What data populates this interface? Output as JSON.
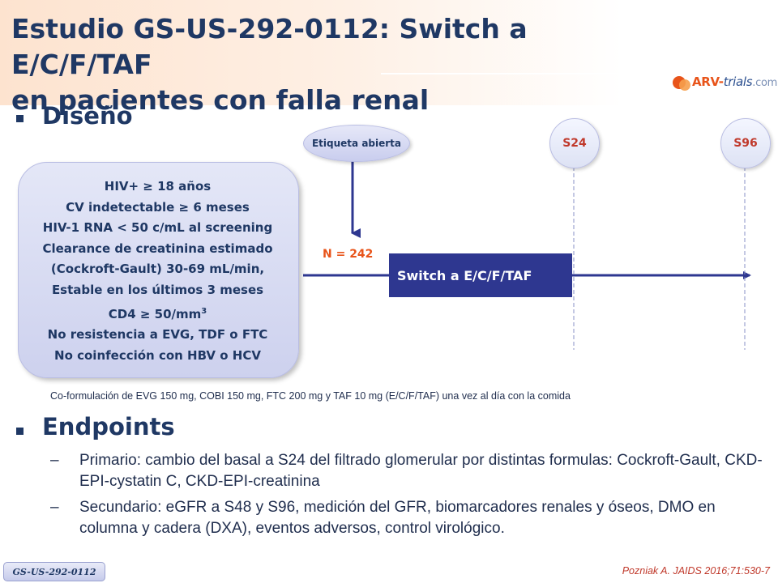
{
  "header": {
    "title_line1": "Estudio GS-US-292-0112: Switch a E/C/F/TAF",
    "title_line2": "en pacientes con falla renal",
    "logo": {
      "arv": "ARV-",
      "trials": "trials",
      "com": ".com",
      "icon": "arv-trials-logo-icon"
    }
  },
  "design": {
    "heading": "Diseño",
    "criteria": [
      "HIV+ ≥ 18 años",
      "CV indetectable ≥ 6 meses",
      "HIV-1 RNA < 50 c/mL al screening",
      "Clearance de creatinina estimado",
      "(Cockroft-Gault)  30-69 mL/min,",
      "Estable en los últimos 3 meses",
      "CD4 ≥ 50/mm",
      "No resistencia a EVG, TDF o FTC",
      "No coinfección con HBV o HCV"
    ],
    "cd4_superscript": "3",
    "open_label": "Etiqueta abierta",
    "n_label": "N = 242",
    "arm": "Switch a E/C/F/TAF",
    "week_markers": [
      "S24",
      "S96"
    ],
    "footnote": "Co-formulación de EVG 150 mg, COBI 150 mg, FTC 200 mg y TAF 10 mg (E/C/F/TAF) una vez al día con la comida"
  },
  "endpoints": {
    "heading": "Endpoints",
    "dash": "–",
    "items": [
      "Primario: cambio del basal a S24 del filtrado glomerular por distintas formulas: Cockroft-Gault, CKD-EPI-cystatin C, CKD-EPI-creatinina",
      "Secundario: eGFR a S48 y S96, medición del GFR, biomarcadores renales y óseos, DMO en columna y cadera (DXA), eventos adversos, control virológico."
    ]
  },
  "footer": {
    "study_tag": "GS-US-292-0112",
    "citation": "Pozniak A. JAIDS 2016;71:530-7"
  },
  "colors": {
    "title": "#1f3864",
    "arm_fill": "#2e3790",
    "accent_orange": "#e8541a",
    "marker_text": "#c0392b"
  }
}
